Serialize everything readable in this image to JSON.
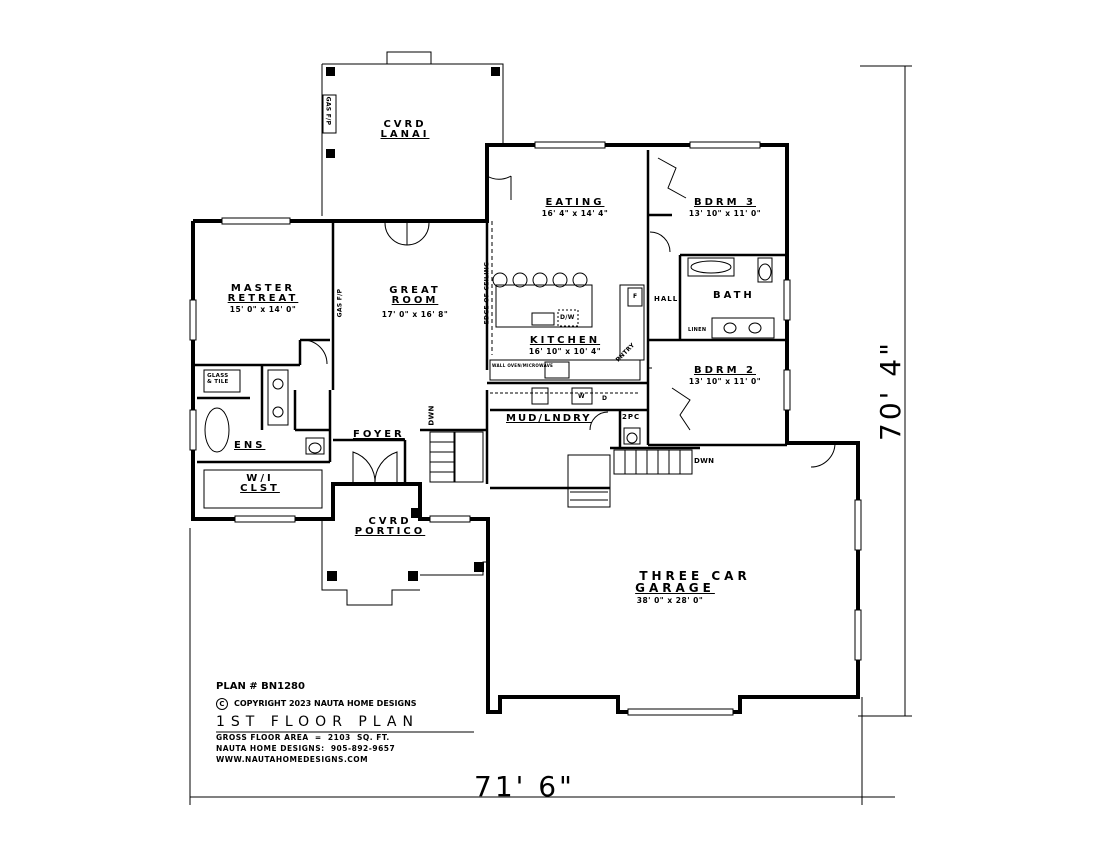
{
  "rooms": {
    "lanai": {
      "line1": "CVRD",
      "line2": "LANAI"
    },
    "eating": {
      "name": "EATING",
      "dims": "16' 4\" x 14' 4\""
    },
    "bdrm3": {
      "name": "BDRM 3",
      "dims": "13' 10\" x 11' 0\""
    },
    "master": {
      "line1": "MASTER",
      "line2": "RETREAT",
      "dims": "15' 0\" x 14' 0\""
    },
    "great": {
      "line1": "GREAT",
      "line2": "ROOM",
      "dims": "17' 0\" x 16' 8\""
    },
    "kitchen": {
      "name": "KITCHEN",
      "dims": "16' 10\" x 10' 4\""
    },
    "bath": {
      "name": "BATH"
    },
    "hall": {
      "name": "HALL"
    },
    "bdrm2": {
      "name": "BDRM 2",
      "dims": "13' 10\" x 11' 0\""
    },
    "mud": {
      "name": "MUD/LNDRY"
    },
    "pc2": {
      "name": "2PC"
    },
    "foyer": {
      "name": "FOYER"
    },
    "ens": {
      "name": "ENS"
    },
    "wic": {
      "line1": "W/I",
      "line2": "CLST"
    },
    "glass": {
      "line1": "GLASS",
      "line2": "& TILE"
    },
    "portico": {
      "line1": "CVRD",
      "line2": "PORTICO"
    },
    "garage": {
      "line1": "THREE CAR",
      "line2": "GARAGE",
      "dims": "38' 0\" x 28' 0\""
    }
  },
  "fixtures": {
    "gas_fp_lanai": "GAS F/P",
    "gas_fp_great": "GAS F/P",
    "edge_ceiling": "EDGE OF CEILING",
    "dw": "D/W",
    "pntry": "PNTRY",
    "linen": "LINEN",
    "f": "F",
    "w": "W",
    "d": "D",
    "wall_oven": "WALL OVEN/MICROWAVE",
    "down1": "DWN",
    "down2": "DWN"
  },
  "title_block": {
    "plan_no": "PLAN # BN1280",
    "copyright_symbol": "C",
    "copyright": "COPYRIGHT 2023 NAUTA HOME DESIGNS",
    "plan_title": "1ST FLOOR PLAN",
    "gross_area": "GROSS FLOOR AREA  =  2103  SQ. FT.",
    "phone": "NAUTA HOME DESIGNS:  905-892-9657",
    "website": "WWW.NAUTAHOMEDESIGNS.COM"
  },
  "dimensions": {
    "width": "71' 6\"",
    "depth": "70' 4\""
  }
}
